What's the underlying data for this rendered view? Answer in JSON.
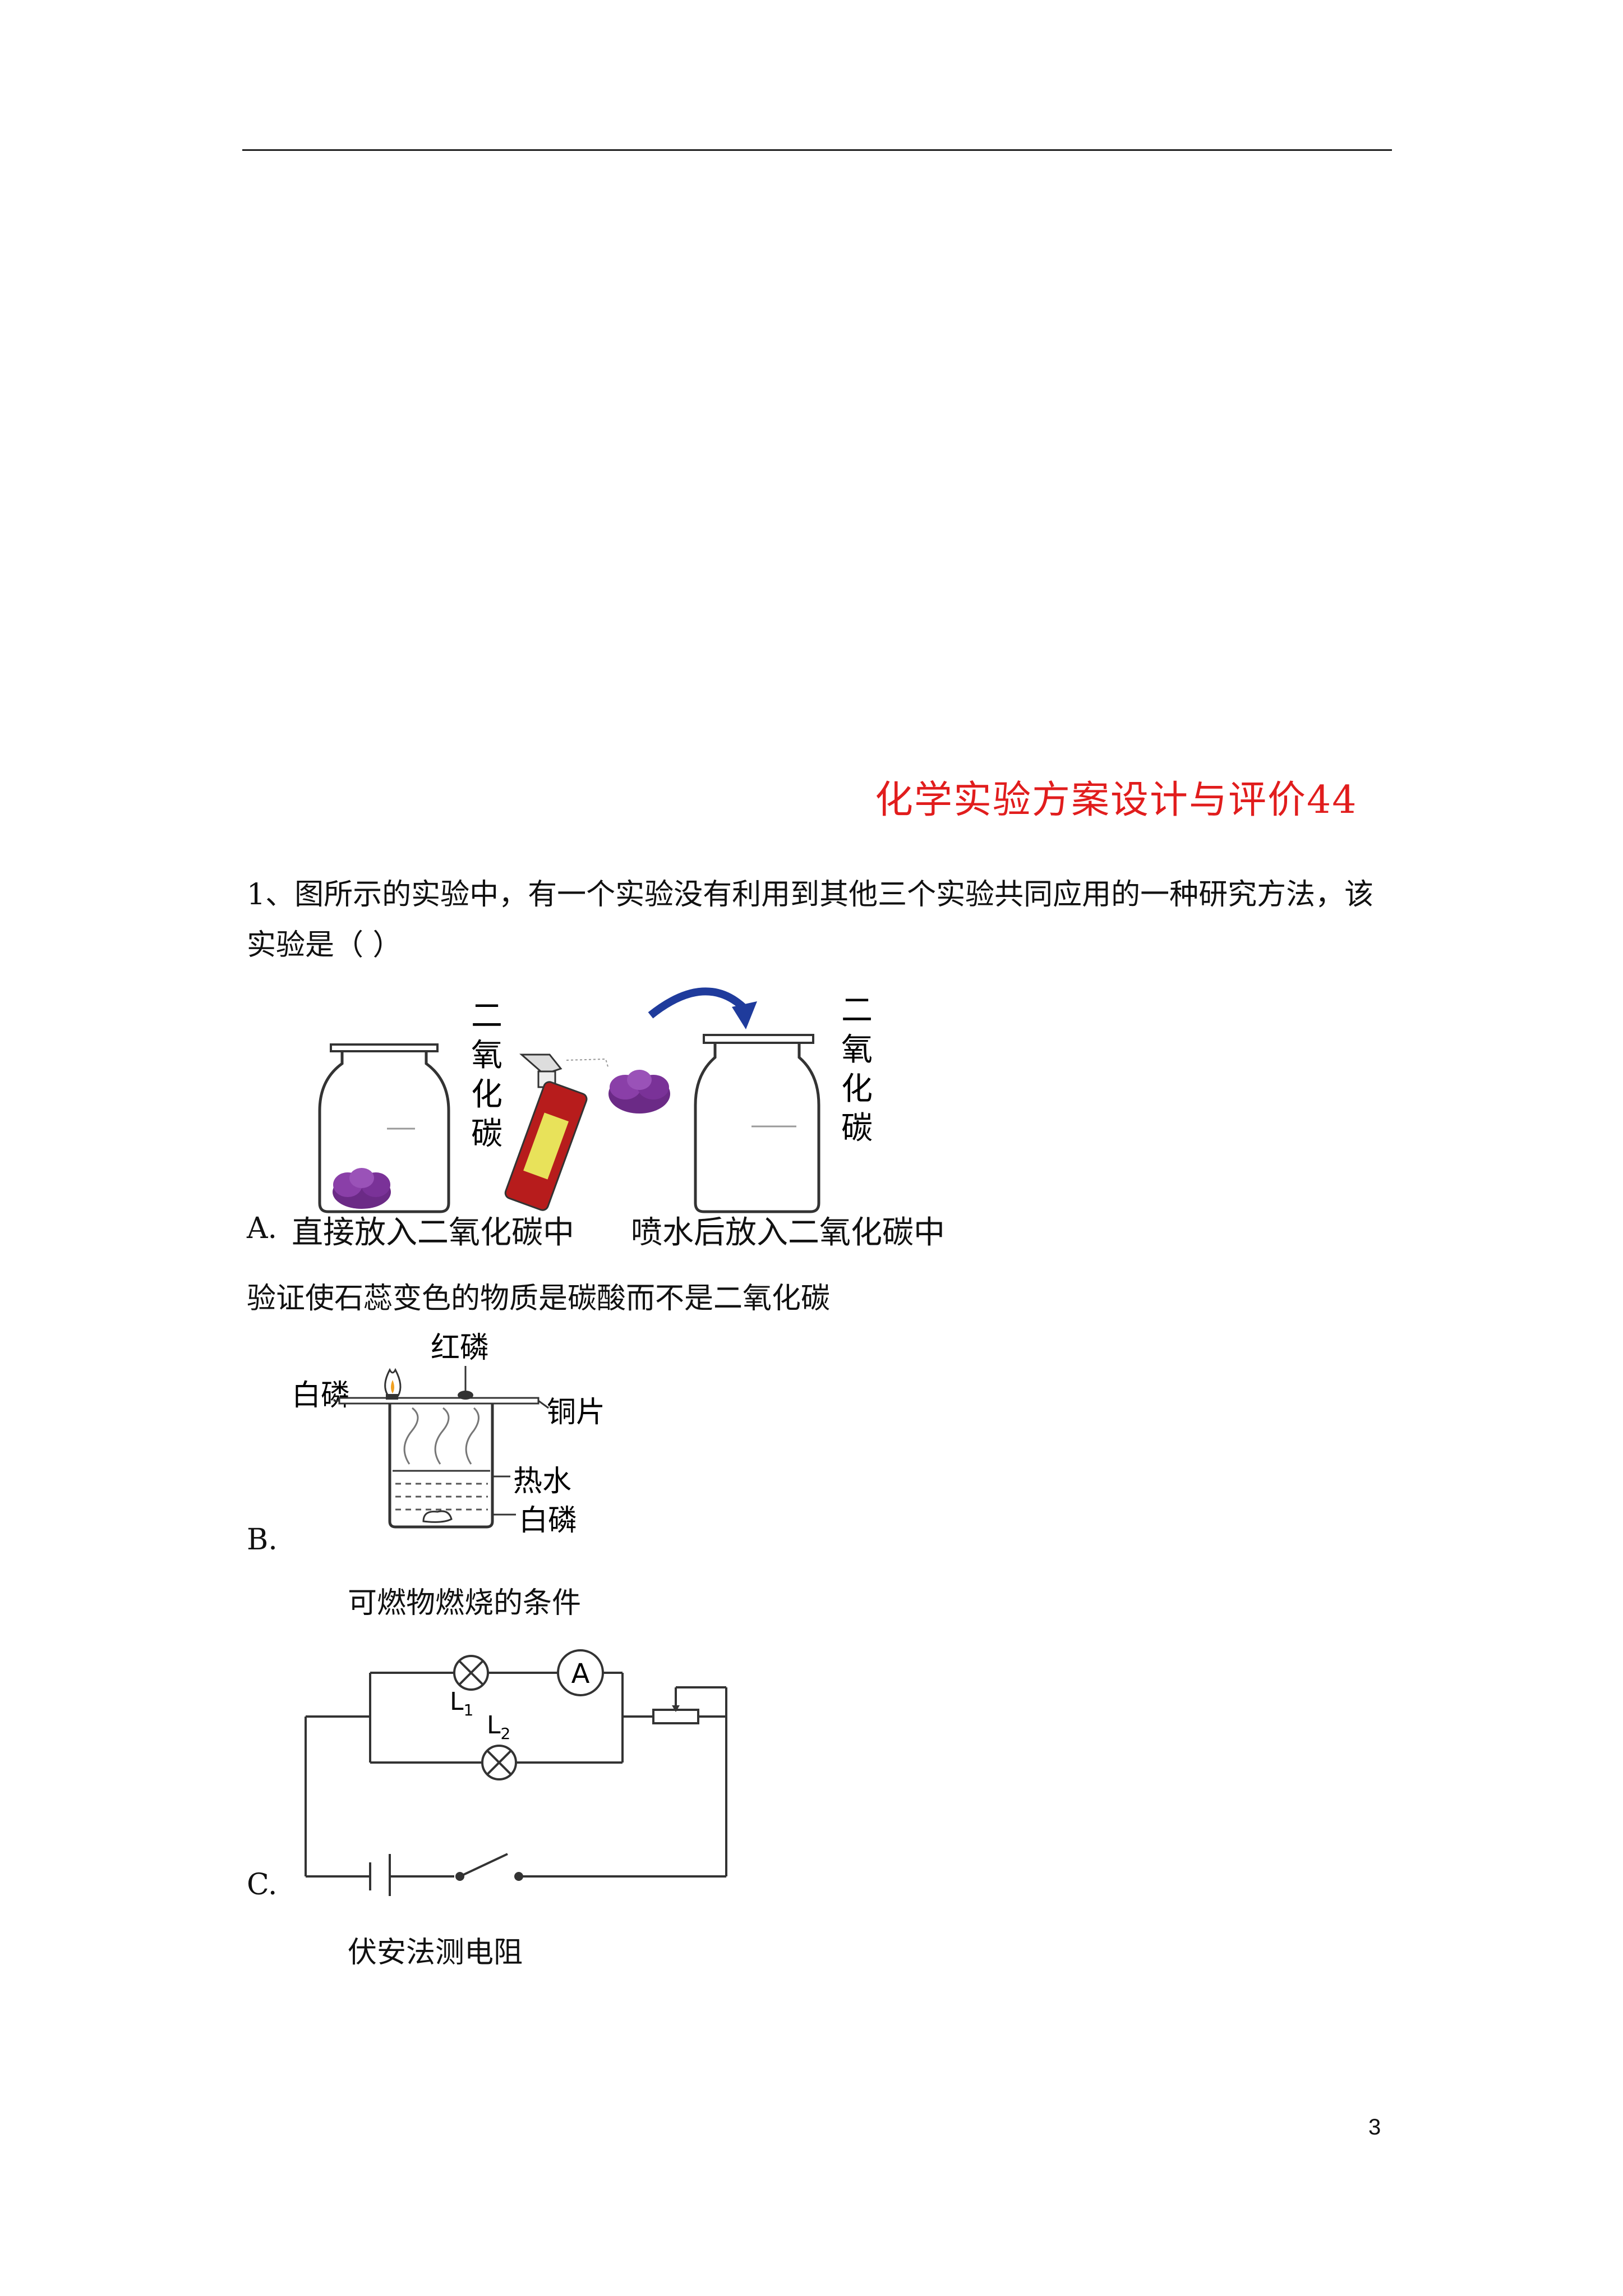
{
  "header": {
    "title": "化学实验方案设计与评价44"
  },
  "question": {
    "text": "1、图所示的实验中，有一个实验没有利用到其他三个实验共同应用的一种研究方法，该实验是（ ）",
    "option_a": {
      "letter": "A.",
      "jar_label_1": "二氧化碳",
      "jar_label_2": "二氧化碳",
      "caption_left": "直接放入二氧化碳中",
      "caption_right": "喷水后放入二氧化碳中",
      "description": "验证使石蕊变色的物质是碳酸而不是二氧化碳"
    },
    "option_b": {
      "letter": "B.",
      "label_red_p": "红磷",
      "label_white_p_top": "白磷",
      "label_copper": "铜片",
      "label_hot_water": "热水",
      "label_white_p_bottom": "白磷",
      "description": "可燃物燃烧的条件"
    },
    "option_c": {
      "letter": "C.",
      "label_l1": "L",
      "label_l1_sub": "1",
      "label_l2": "L",
      "label_l2_sub": "2",
      "label_ammeter": "A",
      "description": "伏安法测电阻"
    }
  },
  "footer": {
    "page_number": "3"
  },
  "colors": {
    "title": "#e11d1d",
    "flower": "#6b2a86",
    "arrow": "#1f3b9c",
    "bottle": "#b71c1c"
  }
}
